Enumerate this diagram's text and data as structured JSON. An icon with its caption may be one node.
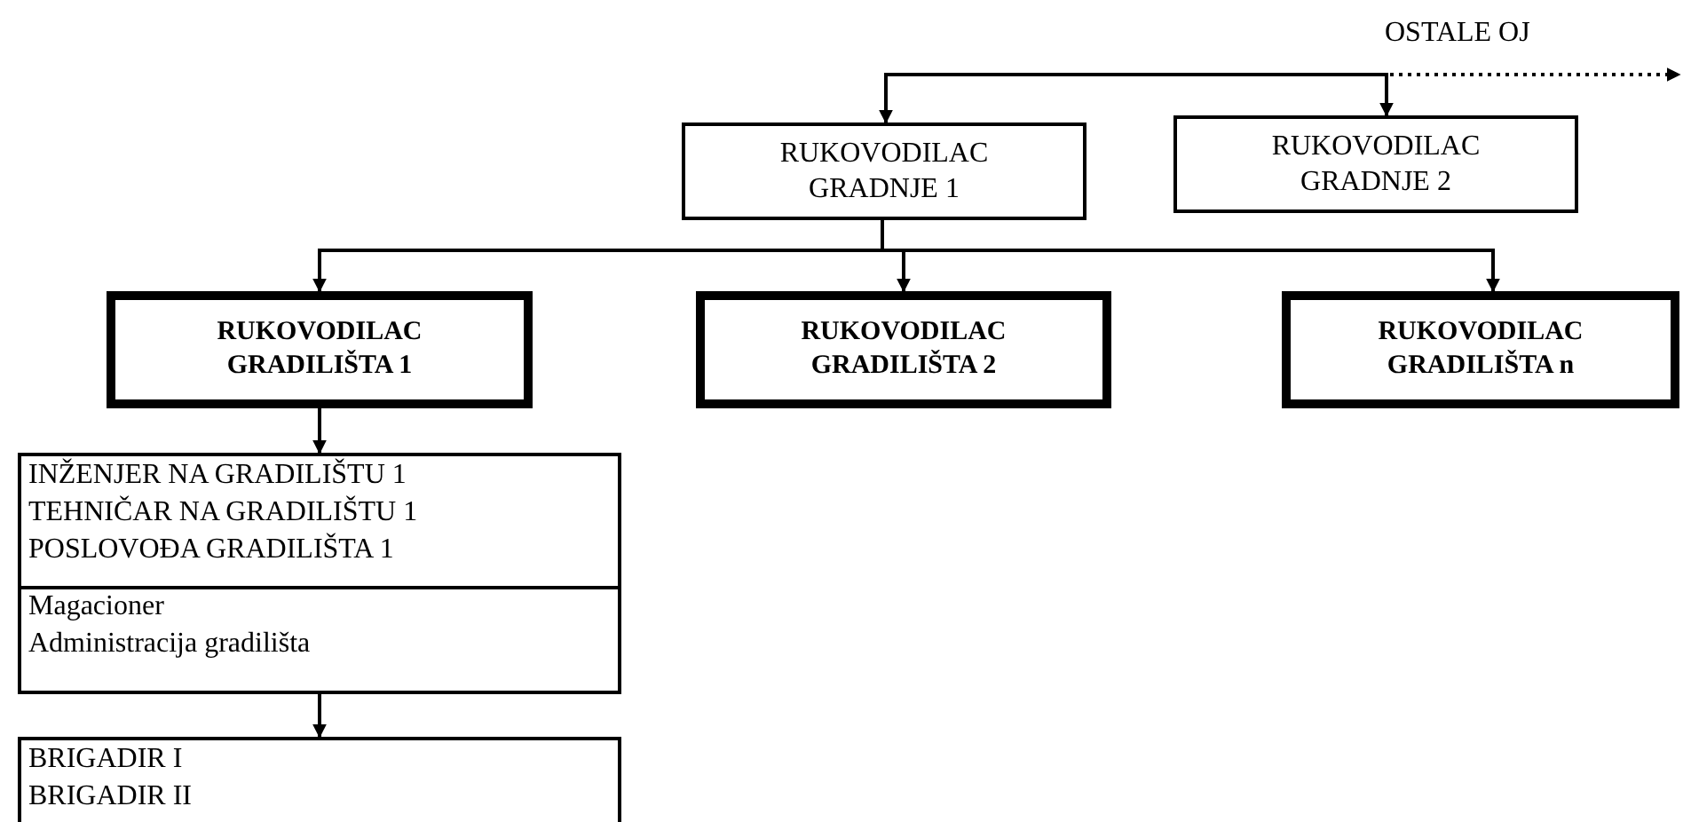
{
  "diagram": {
    "nodes": [
      {
        "text": [
          "RUKOVODILAC GRADNJE 1"
        ]
      },
      {
        "text": [
          "RUKOVODILAC GRADNJE 2"
        ]
      },
      {
        "text": [
          "RUKOVODILAC GRADILIŠTA 1"
        ]
      },
      {
        "text": [
          "RUKOVODILAC GRADILIŠTA 2"
        ]
      },
      {
        "text": [
          "RUKOVODILAC GRADILIŠTA n"
        ]
      },
      {
        "text": [
          "INŽENJER NA GRADILIŠTU 1",
          "TEHNIČAR NA GRADILIŠTU 1",
          "POSLOVOĐA GRADILIŠTA 1",
          "Magacioner",
          "Administracija gradilišta"
        ]
      },
      {
        "text": [
          "BRIGADIR I",
          "BRIGADIR II"
        ]
      }
    ],
    "edges": [
      {
        "from": null,
        "to": 0,
        "arrow": "to"
      },
      {
        "from": null,
        "to": 1,
        "arrow": "to"
      },
      {
        "from": 0,
        "to": 2,
        "arrow": "to"
      },
      {
        "from": 0,
        "to": 3,
        "arrow": "to"
      },
      {
        "from": 0,
        "to": 4,
        "arrow": "to"
      },
      {
        "from": 2,
        "to": 5,
        "arrow": "to"
      },
      {
        "from": 5,
        "to": 6,
        "arrow": "to"
      }
    ],
    "labels": [
      "OSTALE OJ"
    ]
  }
}
